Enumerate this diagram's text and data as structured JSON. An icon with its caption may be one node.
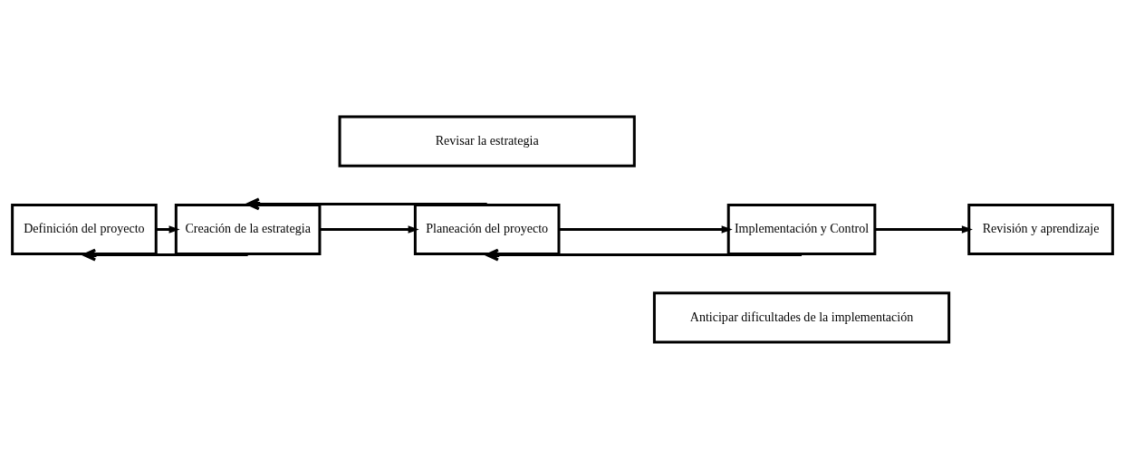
{
  "diagram": {
    "nodes": [
      {
        "text": [
          "Revisar la estrategia"
        ]
      },
      {
        "text": [
          "Definición del proyecto"
        ]
      },
      {
        "text": [
          "Creación de la estrategia"
        ]
      },
      {
        "text": [
          "Planeación del proyecto"
        ]
      },
      {
        "text": [
          "Implementación y Control"
        ]
      },
      {
        "text": [
          "Revisión y aprendizaje"
        ]
      },
      {
        "text": [
          "Anticipar dificultades de la implementación"
        ]
      }
    ],
    "edges": [
      {
        "from": 1,
        "to": 2,
        "arrow": "to"
      },
      {
        "from": 2,
        "to": 3,
        "arrow": "to"
      },
      {
        "from": 3,
        "to": 4,
        "arrow": "to"
      },
      {
        "from": 4,
        "to": 5,
        "arrow": "to"
      },
      {
        "from": 3,
        "to": 2,
        "arrow": "to"
      },
      {
        "from": 2,
        "to": 1,
        "arrow": "to"
      },
      {
        "from": 4,
        "to": 3,
        "arrow": "to"
      }
    ]
  }
}
